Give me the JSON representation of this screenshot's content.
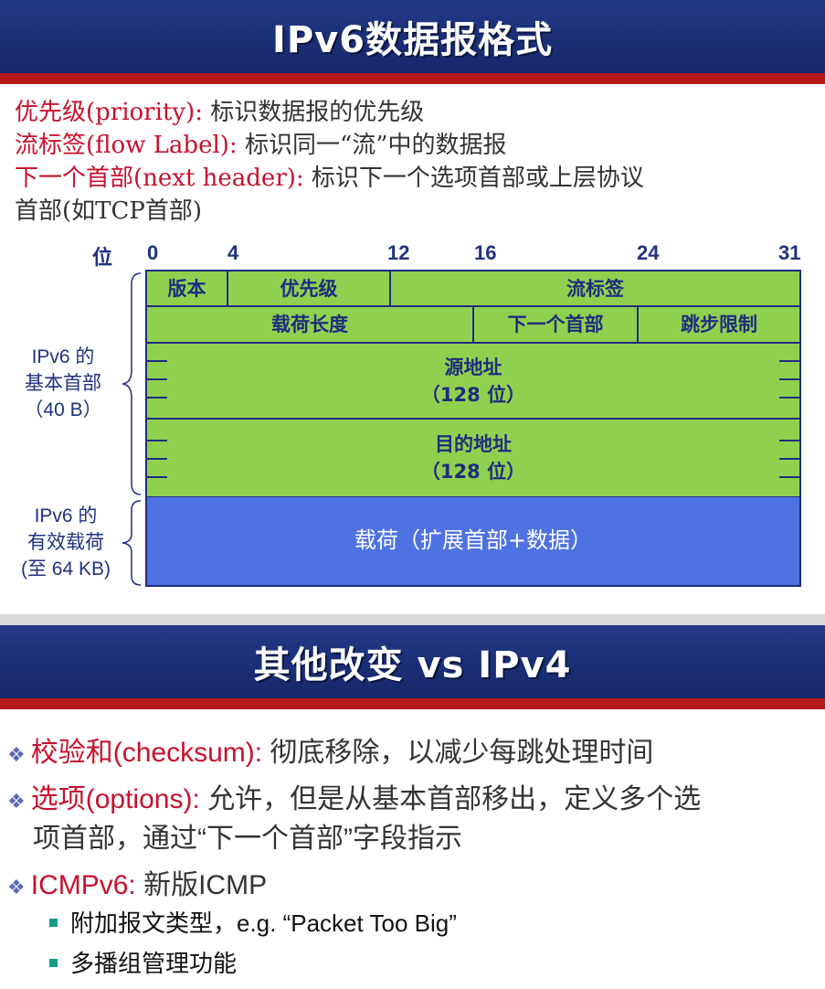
{
  "slide1": {
    "title": "IPv6数据报格式",
    "lines": [
      {
        "term": "优先级(priority):",
        "desc": "  标识数据报的优先级"
      },
      {
        "term": "流标签(flow Label):",
        "desc": " 标识同一“流”中的数据报"
      },
      {
        "term": "下一个首部(next header):",
        "desc": " 标识下一个选项首部或上层协议"
      },
      {
        "term": "",
        "desc": "首部(如TCP首部)"
      }
    ],
    "diagram": {
      "bit_label": "位",
      "bit_ticks": [
        "0",
        "4",
        "12",
        "16",
        "24",
        "31"
      ],
      "header_label": [
        "IPv6 的",
        "基本首部",
        "（40 B）"
      ],
      "payload_label": [
        "IPv6 的",
        "有效载荷",
        "(至 64 KB)"
      ],
      "row1": [
        "版本",
        "优先级",
        "流标签"
      ],
      "row2": [
        "载荷长度",
        "下一个首部",
        "跳步限制"
      ],
      "source": {
        "name": "源地址",
        "size": "（128 位）"
      },
      "dest": {
        "name": "目的地址",
        "size": "（128 位）"
      },
      "payload": "载荷（扩展首部+数据）"
    }
  },
  "slide2": {
    "title": "其他改变 vs IPv4",
    "bullets": [
      {
        "term": "校验和(checksum):",
        "desc": " 彻底移除，以减少每跳处理时间"
      },
      {
        "term": "选项(options):",
        "desc": " 允许，但是从基本首部移出，定义多个选",
        "desc2": "项首部，通过“下一个首部”字段指示"
      },
      {
        "term": "ICMPv6:",
        "desc": " 新版ICMP"
      }
    ],
    "subbullets": [
      "附加报文类型，e.g. “Packet Too Big”",
      "多播组管理功能"
    ]
  },
  "colors": {
    "title_bar": "#1b2f78",
    "stripe": "#b41a1a",
    "term_red": "#c8102e",
    "header_green": "#8fd14f",
    "payload_blue": "#4f72e3"
  }
}
